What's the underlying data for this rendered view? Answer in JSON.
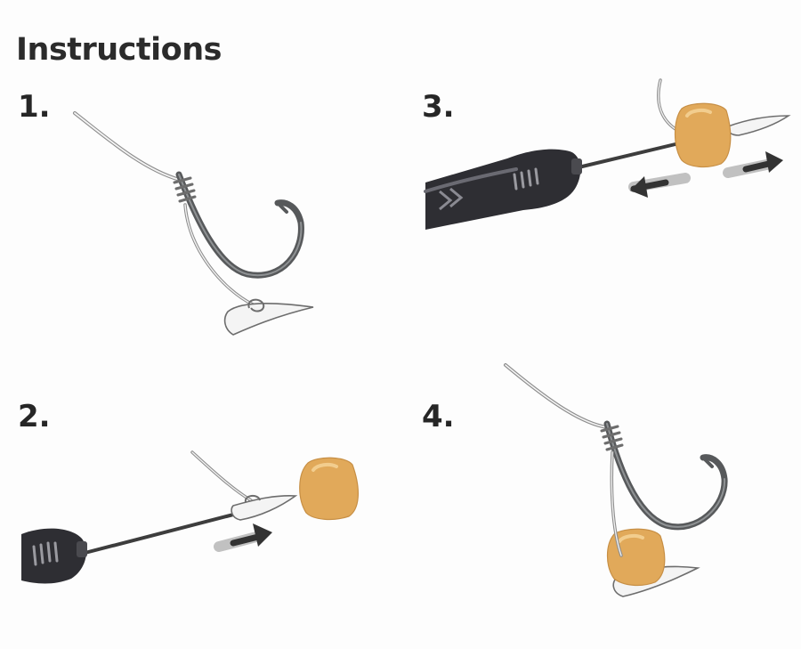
{
  "title": "Instructions",
  "steps": [
    {
      "number": "1."
    },
    {
      "number": "2."
    },
    {
      "number": "3."
    },
    {
      "number": "4."
    }
  ],
  "colors": {
    "hook": "#55585a",
    "line": "#9a9a9a",
    "boilie": "#e1a95a",
    "handle": "#2e2e33",
    "arrow": "#3a3a3a",
    "stop": "#f4f4f4"
  }
}
